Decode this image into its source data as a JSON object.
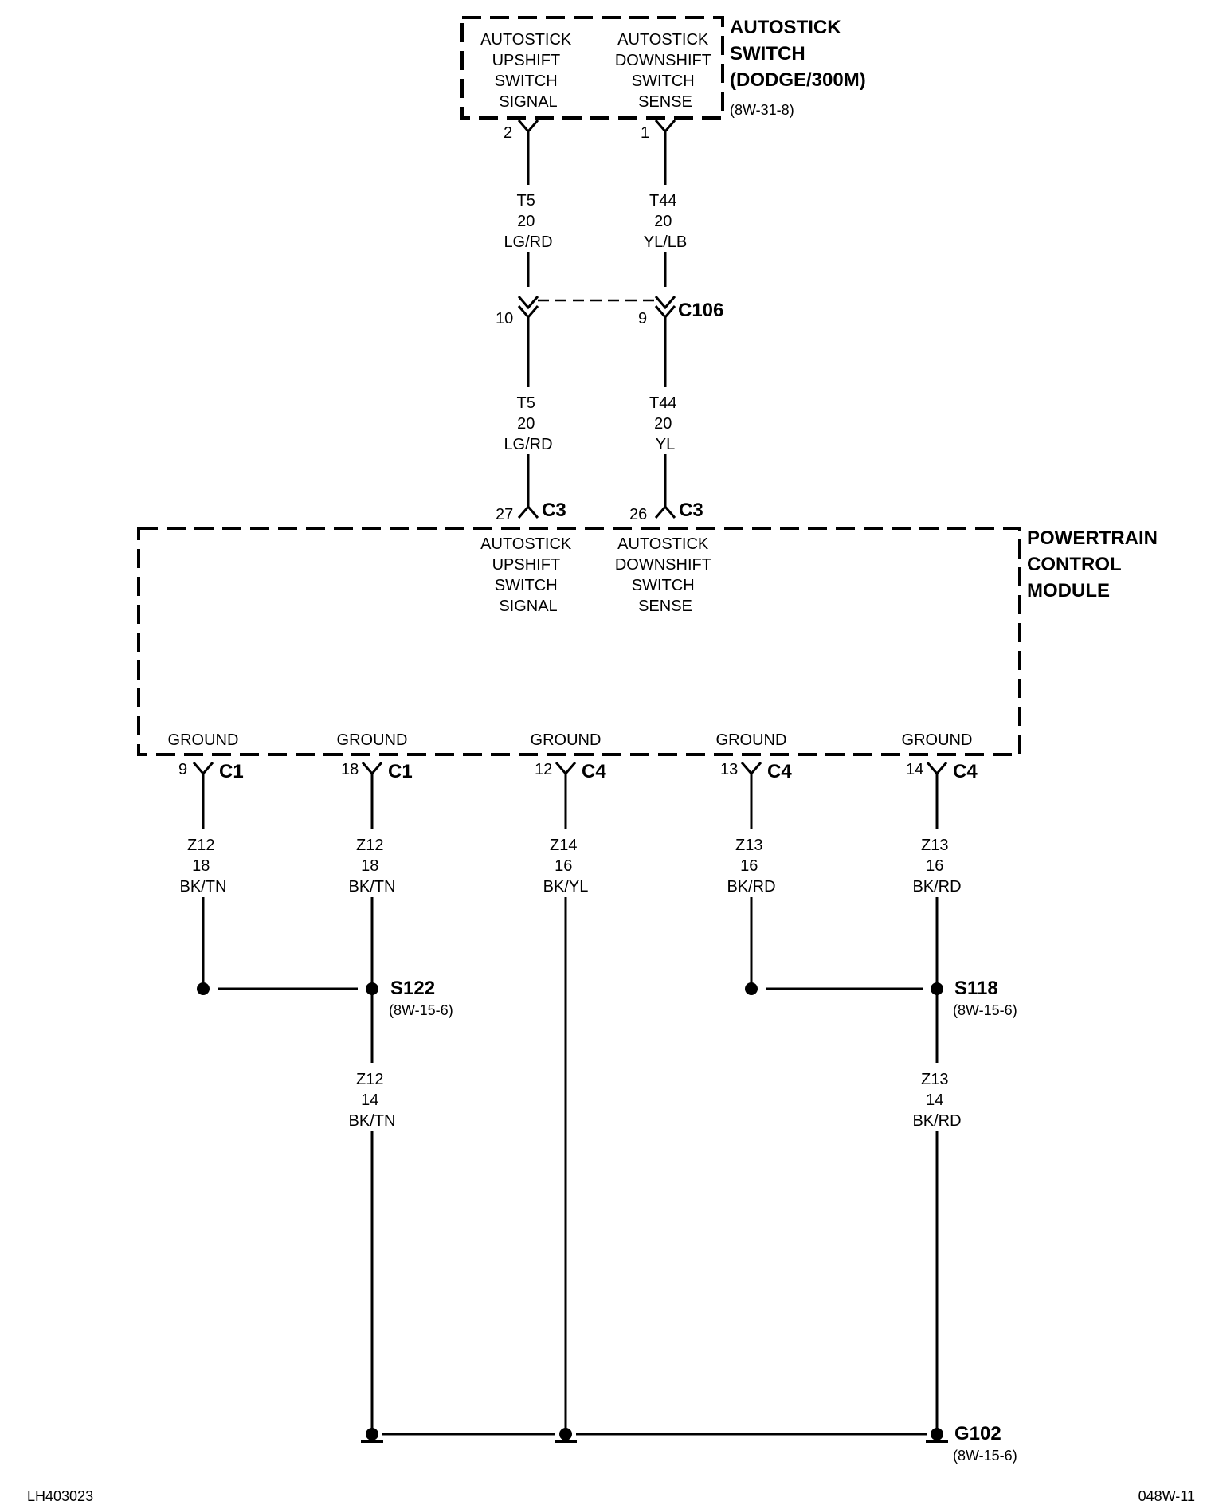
{
  "autostick_switch": {
    "title": [
      "AUTOSTICK",
      "SWITCH",
      "(DODGE/300M)"
    ],
    "ref": "(8W-31-8)",
    "upshift_label": [
      "AUTOSTICK",
      "UPSHIFT",
      "SWITCH",
      "SIGNAL"
    ],
    "downshift_label": [
      "AUTOSTICK",
      "DOWNSHIFT",
      "SWITCH",
      "SENSE"
    ],
    "upshift_pin": "2",
    "downshift_pin": "1"
  },
  "wires_upper": {
    "upshift": [
      "T5",
      "20",
      "LG/RD"
    ],
    "downshift": [
      "T44",
      "20",
      "YL/LB"
    ]
  },
  "c106": {
    "name": "C106",
    "upshift_pin": "10",
    "downshift_pin": "9"
  },
  "wires_middle": {
    "upshift": [
      "T5",
      "20",
      "LG/RD"
    ],
    "downshift": [
      "T44",
      "20",
      "YL"
    ]
  },
  "pcm": {
    "title": [
      "POWERTRAIN",
      "CONTROL",
      "MODULE"
    ],
    "upshift_connector": {
      "pin": "27",
      "connector": "C3"
    },
    "downshift_connector": {
      "pin": "26",
      "connector": "C3"
    },
    "upshift_label": [
      "AUTOSTICK",
      "UPSHIFT",
      "SWITCH",
      "SIGNAL"
    ],
    "downshift_label": [
      "AUTOSTICK",
      "DOWNSHIFT",
      "SWITCH",
      "SENSE"
    ],
    "grounds": [
      {
        "label": "GROUND",
        "pin": "9",
        "connector": "C1",
        "wire": [
          "Z12",
          "18",
          "BK/TN"
        ]
      },
      {
        "label": "GROUND",
        "pin": "18",
        "connector": "C1",
        "wire": [
          "Z12",
          "18",
          "BK/TN"
        ]
      },
      {
        "label": "GROUND",
        "pin": "12",
        "connector": "C4",
        "wire": [
          "Z14",
          "16",
          "BK/YL"
        ]
      },
      {
        "label": "GROUND",
        "pin": "13",
        "connector": "C4",
        "wire": [
          "Z13",
          "16",
          "BK/RD"
        ]
      },
      {
        "label": "GROUND",
        "pin": "14",
        "connector": "C4",
        "wire": [
          "Z13",
          "16",
          "BK/RD"
        ]
      }
    ]
  },
  "splices": {
    "s122": {
      "name": "S122",
      "ref": "(8W-15-6)",
      "wire": [
        "Z12",
        "14",
        "BK/TN"
      ]
    },
    "s118": {
      "name": "S118",
      "ref": "(8W-15-6)",
      "wire": [
        "Z13",
        "14",
        "BK/RD"
      ]
    }
  },
  "ground_point": {
    "name": "G102",
    "ref": "(8W-15-6)"
  },
  "footer": {
    "left": "LH403023",
    "right": "048W-11"
  }
}
